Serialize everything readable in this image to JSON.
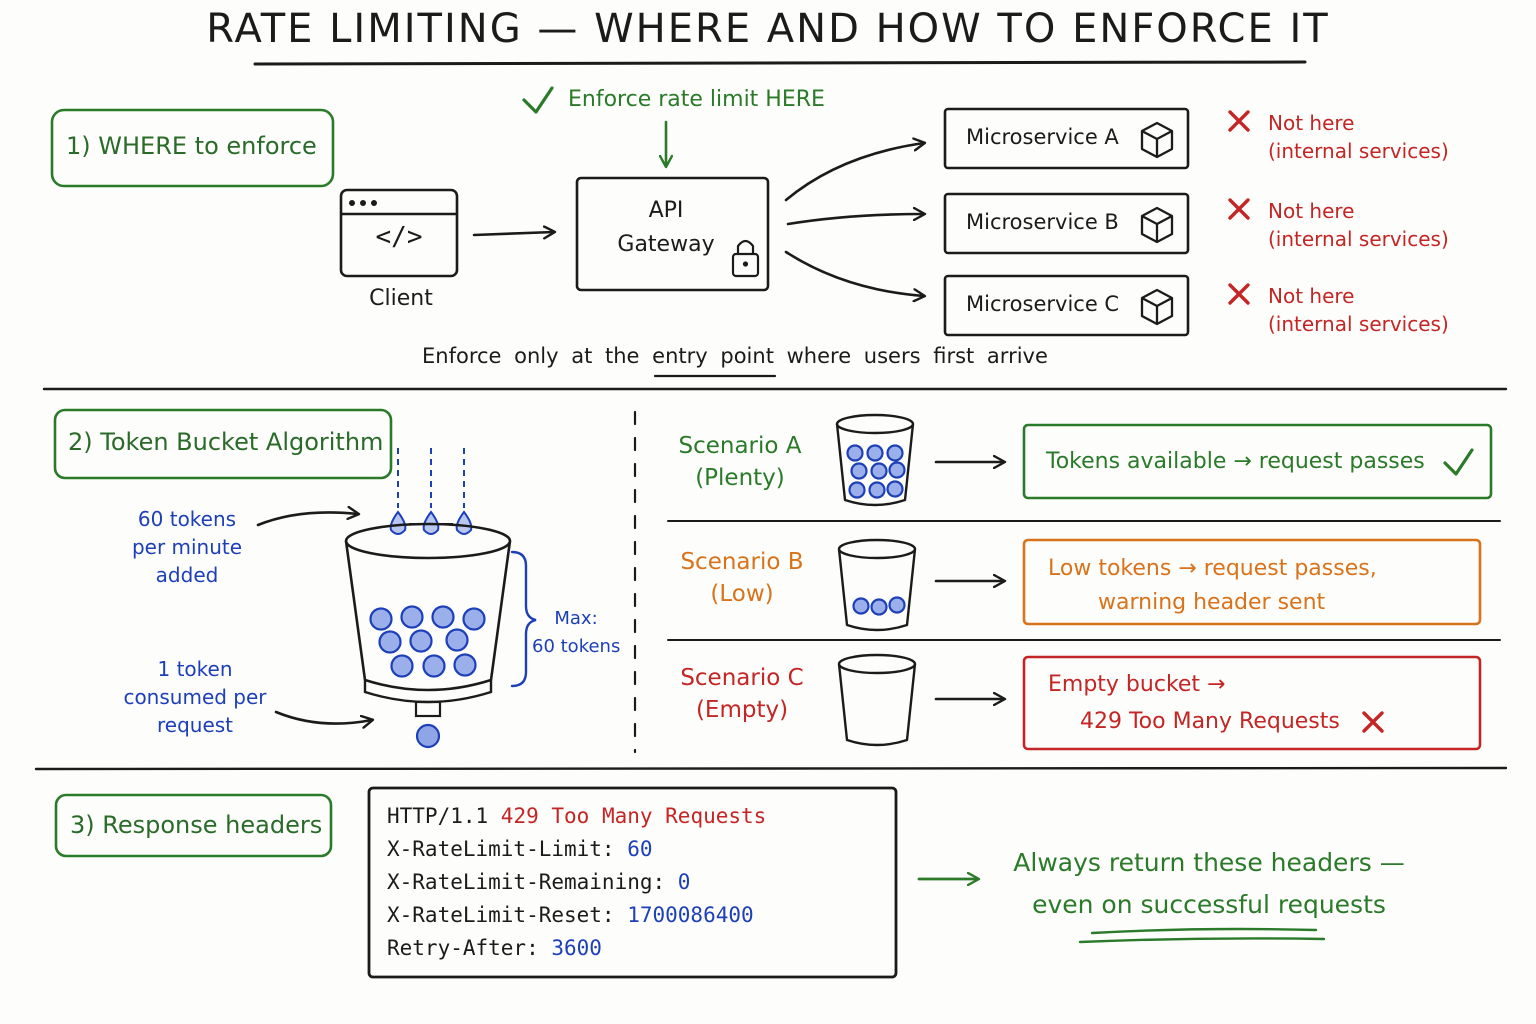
{
  "title": "RATE LIMITING — WHERE AND HOW TO ENFORCE IT",
  "section1": {
    "label": "1) WHERE to enforce",
    "enforce_here": "Enforce rate limit HERE",
    "client": "Client",
    "gateway_line1": "API",
    "gateway_line2": "Gateway",
    "services": [
      "Microservice A",
      "Microservice B",
      "Microservice C"
    ],
    "not_here_line1": "Not here",
    "not_here_line2": "(internal services)",
    "footer_before": "Enforce only at the",
    "footer_emph": "entry point",
    "footer_after": "where users first arrive"
  },
  "section2": {
    "label": "2) Token Bucket Algorithm",
    "added_line1": "60 tokens",
    "added_line2": "per minute",
    "added_line3": "added",
    "consumed_line1": "1 token",
    "consumed_line2": "consumed per",
    "consumed_line3": "request",
    "max_line1": "Max:",
    "max_line2": "60 tokens",
    "scenarios": [
      {
        "name": "Scenario A",
        "state": "(Plenty)",
        "result_line1": "Tokens available → request passes",
        "result_line2": ""
      },
      {
        "name": "Scenario B",
        "state": "(Low)",
        "result_line1": "Low tokens → request passes,",
        "result_line2": "warning header sent"
      },
      {
        "name": "Scenario C",
        "state": "(Empty)",
        "result_line1": "Empty bucket →",
        "result_line2": "429 Too Many Requests"
      }
    ]
  },
  "section3": {
    "label": "3) Response headers",
    "status_prefix": "HTTP/1.1 ",
    "status_text": "429 Too Many Requests",
    "headers": [
      {
        "name": "X-RateLimit-Limit: ",
        "value": "60"
      },
      {
        "name": "X-RateLimit-Remaining: ",
        "value": "0"
      },
      {
        "name": "X-RateLimit-Reset: ",
        "value": "1700086400"
      },
      {
        "name": "Retry-After: ",
        "value": "3600"
      }
    ],
    "note_line1": "Always return these headers —",
    "note_line2": "even on successful requests"
  },
  "colors": {
    "green": "#2a7a2a",
    "red": "#c42525",
    "orange": "#d9731b",
    "blue": "#1d3fb8",
    "ink": "#1b1b1b"
  },
  "icons": [
    "check-icon",
    "cross-icon",
    "cube-icon",
    "lock-icon",
    "code-window-icon",
    "bucket-icon",
    "token-icon"
  ]
}
